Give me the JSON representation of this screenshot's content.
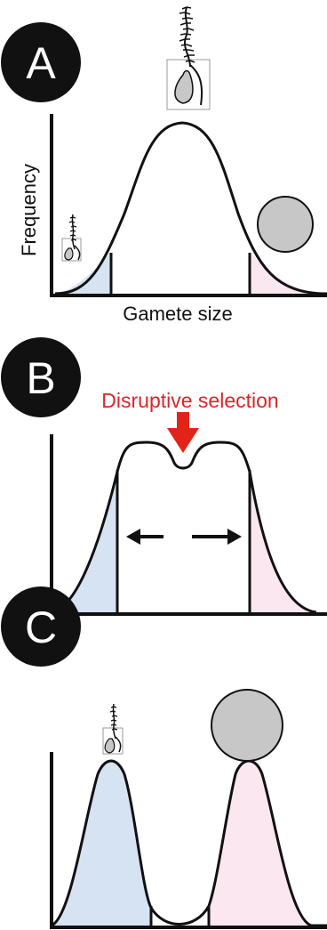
{
  "panels": [
    {
      "letter": "A"
    },
    {
      "letter": "B",
      "title": "Disruptive selection"
    },
    {
      "letter": "C"
    }
  ],
  "axes": {
    "xlabel": "Gamete size",
    "ylabel": "Frequency"
  },
  "colors": {
    "small_gamete_fill": "#d6e3f3",
    "large_gamete_fill": "#fbe7ef",
    "selection_arrow": "#e2231a",
    "gamete": "#c7c7c7",
    "badge": "#111111"
  },
  "icons": [
    "sperm-icon",
    "egg-icon",
    "disruptive-selection-arrow",
    "divergence-arrows"
  ]
}
